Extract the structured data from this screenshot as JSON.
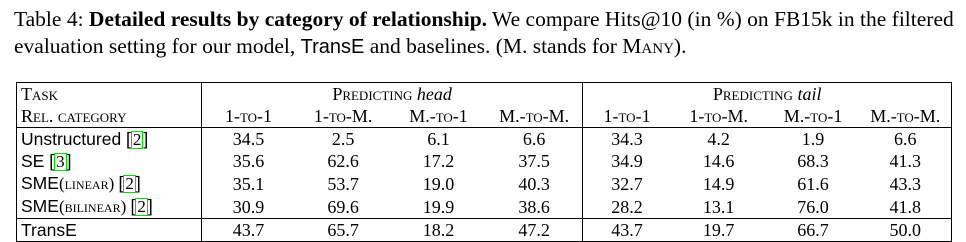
{
  "caption": {
    "label": "Table 4:",
    "title": "Detailed results by category of relationship.",
    "text_1": "We compare Hits@10 (in %) on FB15k in the filtered evaluation setting for our model,",
    "model_name": "TransE",
    "text_2": "and baselines. (M. stands for",
    "many_word": "Many",
    "text_3": ")."
  },
  "table": {
    "task_label": "Task",
    "rel_category_label": "Rel. category",
    "group_head_prefix": "Predicting",
    "group_head_word": "head",
    "group_tail_prefix": "Predicting",
    "group_tail_word": "tail",
    "columns": [
      "1-to-1",
      "1-to-M.",
      "M.-to-1",
      "M.-to-M.",
      "1-to-1",
      "1-to-M.",
      "M.-to-1",
      "M.-to-M."
    ],
    "rows": [
      {
        "method": "Unstructured ",
        "suffix": "",
        "cite": "2",
        "values": [
          "34.5",
          "2.5",
          "6.1",
          "6.6",
          "34.3",
          "4.2",
          "1.9",
          "6.6"
        ],
        "bold": [
          false,
          false,
          false,
          false,
          false,
          false,
          false,
          false
        ]
      },
      {
        "method": "SE ",
        "suffix": "",
        "cite": "3",
        "values": [
          "35.6",
          "62.6",
          "17.2",
          "37.5",
          "34.9",
          "14.6",
          "68.3",
          "41.3"
        ],
        "bold": [
          false,
          false,
          false,
          false,
          false,
          false,
          false,
          false
        ]
      },
      {
        "method": "SME",
        "suffix": "(linear) ",
        "cite": "2",
        "values": [
          "35.1",
          "53.7",
          "19.0",
          "40.3",
          "32.7",
          "14.9",
          "61.6",
          "43.3"
        ],
        "bold": [
          false,
          false,
          false,
          false,
          false,
          false,
          false,
          false
        ]
      },
      {
        "method": "SME",
        "suffix": "(bilinear) ",
        "cite": "2",
        "values": [
          "30.9",
          "69.6",
          "19.9",
          "38.6",
          "28.2",
          "13.1",
          "76.0",
          "41.8"
        ],
        "bold": [
          false,
          true,
          true,
          false,
          false,
          false,
          true,
          false
        ]
      },
      {
        "method": "TransE",
        "suffix": "",
        "cite": "",
        "values": [
          "43.7",
          "65.7",
          "18.2",
          "47.2",
          "43.7",
          "19.7",
          "66.7",
          "50.0"
        ],
        "bold": [
          true,
          false,
          false,
          true,
          true,
          true,
          false,
          true
        ]
      }
    ]
  }
}
